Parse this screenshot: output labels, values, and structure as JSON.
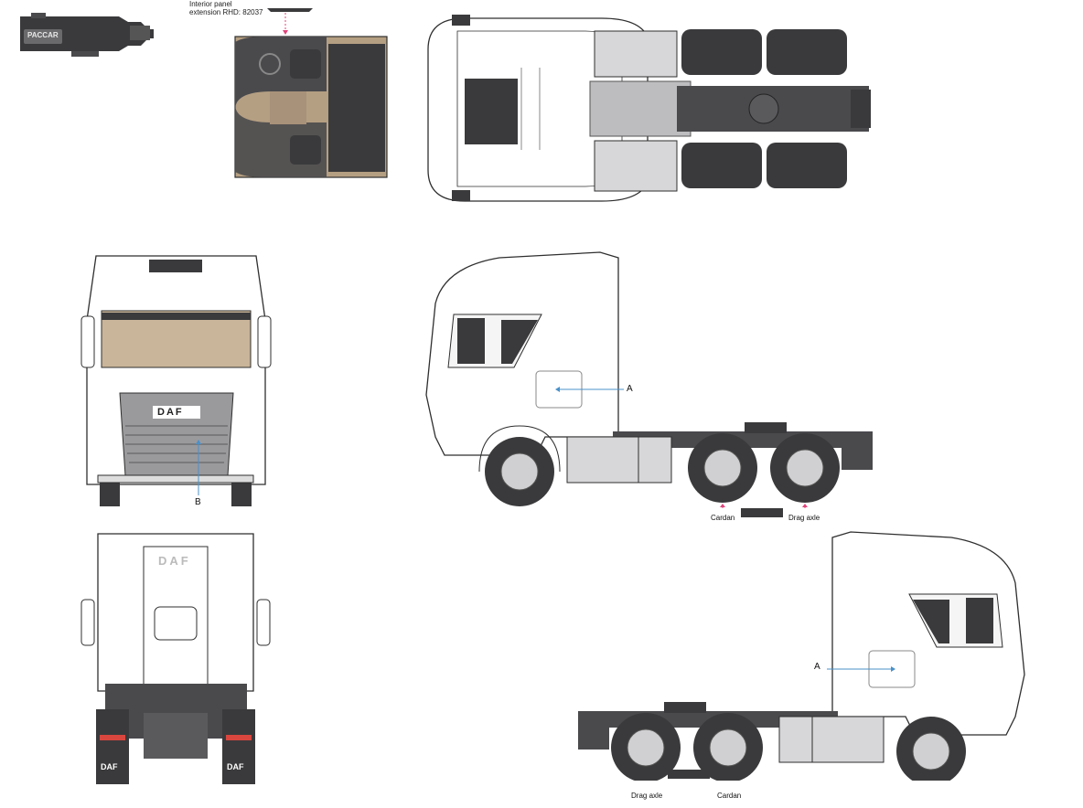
{
  "notes": {
    "interior_panel_line1": "Interior panel",
    "interior_panel_line2": "extension RHD: 82037"
  },
  "brand": {
    "engine_badge": "PACCAR",
    "grille_logo": "DAF",
    "rear_logo": "DAF",
    "mudflap_left": "DAF",
    "mudflap_right": "DAF"
  },
  "callouts": {
    "a_left_side": "A",
    "a_right_side": "A",
    "b_front": "B"
  },
  "axle_labels": {
    "left_side_cardan": "Cardan",
    "left_side_drag": "Drag axle",
    "right_side_drag": "Drag axle",
    "right_side_cardan": "Cardan"
  },
  "colors": {
    "line": "#2f2f2f",
    "dark": "#3a3a3c",
    "interior": "#b59f82",
    "glass": "#c9b59a",
    "tank": "#d7d7d9",
    "callout_blue": "#4a90c8",
    "marker_pink": "#e0457b",
    "lamp_red": "#d9463e"
  }
}
